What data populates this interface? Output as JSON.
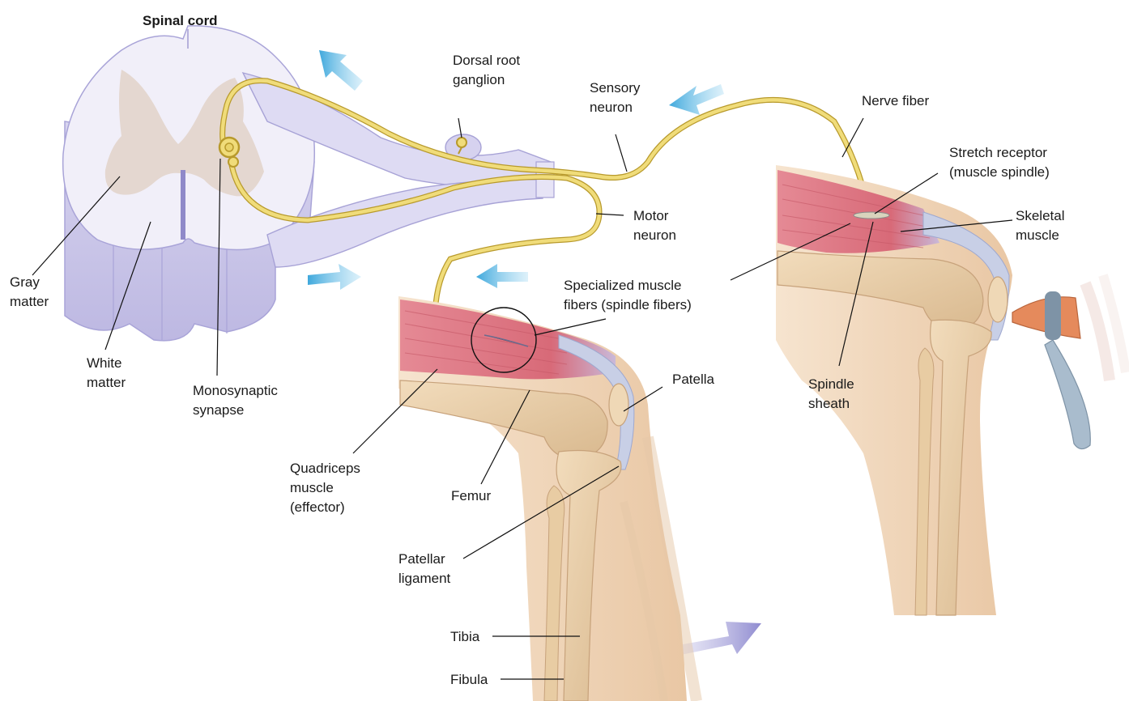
{
  "title": "Spinal cord",
  "labels": {
    "dorsal_root_ganglion": [
      "Dorsal root",
      "ganglion"
    ],
    "sensory_neuron": [
      "Sensory",
      "neuron"
    ],
    "nerve_fiber": [
      "Nerve fiber"
    ],
    "stretch_receptor": [
      "Stretch receptor",
      "(muscle spindle)"
    ],
    "skeletal_muscle": [
      "Skeletal",
      "muscle"
    ],
    "motor_neuron": [
      "Motor",
      "neuron"
    ],
    "specialized_fibers": [
      "Specialized muscle",
      "fibers (spindle fibers)"
    ],
    "gray_matter": [
      "Gray",
      "matter"
    ],
    "white_matter": [
      "White",
      "matter"
    ],
    "monosynaptic_synapse": [
      "Monosynaptic",
      "synapse"
    ],
    "patella": [
      "Patella"
    ],
    "spindle_sheath": [
      "Spindle",
      "sheath"
    ],
    "quadriceps": [
      "Quadriceps",
      "muscle",
      "(effector)"
    ],
    "femur": [
      "Femur"
    ],
    "patellar_ligament": [
      "Patellar",
      "ligament"
    ],
    "tibia": [
      "Tibia"
    ],
    "fibula": [
      "Fibula"
    ]
  },
  "colors": {
    "nerve": "#e9d36a",
    "nerve_edge": "#b89a2c",
    "cord_white": "#ece9f6",
    "cord_side": "#c9c5e8",
    "gray_matter": "#e2d3cc",
    "muscle": "#e07a86",
    "bone": "#e8cda6",
    "skin": "#f3ddc4",
    "arrow_blue": "#3fa8dc",
    "arrow_purple": "#9c98d6",
    "hammer_head": "#e58a5c",
    "hammer_handle": "#a9bccd"
  }
}
